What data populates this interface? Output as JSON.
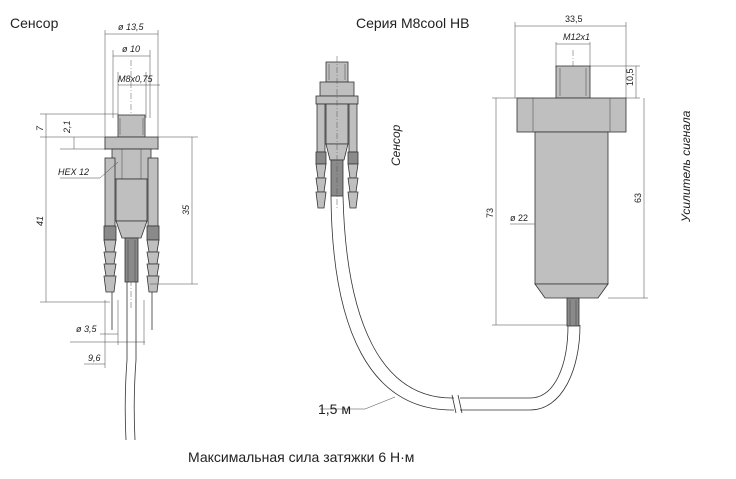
{
  "titles": {
    "sensor": "Сенсор",
    "series": "Серия M8cool HB",
    "sensor_rotated": "Сенсор",
    "amplifier": "Усилитель сигнала",
    "footer": "Максимальная сила затяжки 6 Н·м"
  },
  "left_dims": {
    "d135": "ø 13,5",
    "d10": "ø 10",
    "thread": "M8x0,75",
    "h7": "7",
    "h21": "2,1",
    "hex": "HEX 12",
    "h41": "41",
    "h35": "35",
    "d35": "ø 3,5",
    "w96": "9,6"
  },
  "right_dims": {
    "w335": "33,5",
    "thread": "M12x1",
    "h105": "10,5",
    "h73": "73",
    "h63": "63",
    "d22": "ø 22"
  },
  "cable": {
    "length": "1,5 м"
  }
}
